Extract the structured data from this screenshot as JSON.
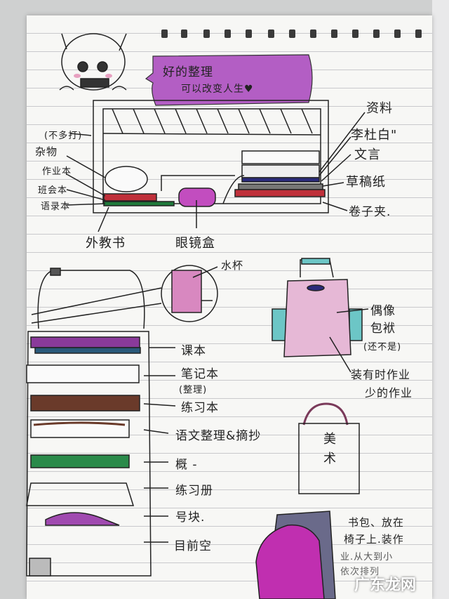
{
  "bubble": {
    "line1": "好的整理",
    "line2": "可以改变人生♥",
    "color": "#b35ec4"
  },
  "desk_labels": {
    "ziliao": "资料",
    "lidubai": "李杜白\"",
    "wenyan": "文言",
    "caogaozhi": "草稿纸",
    "juanzijia": "卷子夹.",
    "buduoda": "(不多打)",
    "zawu": "杂物",
    "zuoyeben": "作业本",
    "banhuiben": "班会本",
    "yuluben": "语录本",
    "waijiaoshu": "外教书",
    "yanjinghe": "眼镜盒"
  },
  "bag_labels": {
    "shuibei": "水杯",
    "keben": "课本",
    "bijiben": "笔记本",
    "zhengli": "(整理)",
    "lianxiben": "练习本",
    "yuwen": "语文整理&摘抄",
    "gainian": "概 -",
    "lianxice": "练习册",
    "haokuai": "号块.",
    "muqiankong": "目前空"
  },
  "idol_bag": {
    "line1": "偶像",
    "line2": "包袱",
    "line3": "(还不是)",
    "note1": "装有时作业",
    "note2": "少的作业"
  },
  "art_bag": {
    "label": "美术"
  },
  "schoolbag_note": [
    "书包、放在",
    "椅子上.装作",
    "业.从大到小",
    "依次排列"
  ],
  "watermark": "广东龙网",
  "colors": {
    "purple": "#b35ec4",
    "magenta": "#c2338f",
    "teal": "#6cc6c6",
    "green": "#1f7a3a",
    "red": "#c0303a",
    "navy": "#2a2a7a"
  }
}
